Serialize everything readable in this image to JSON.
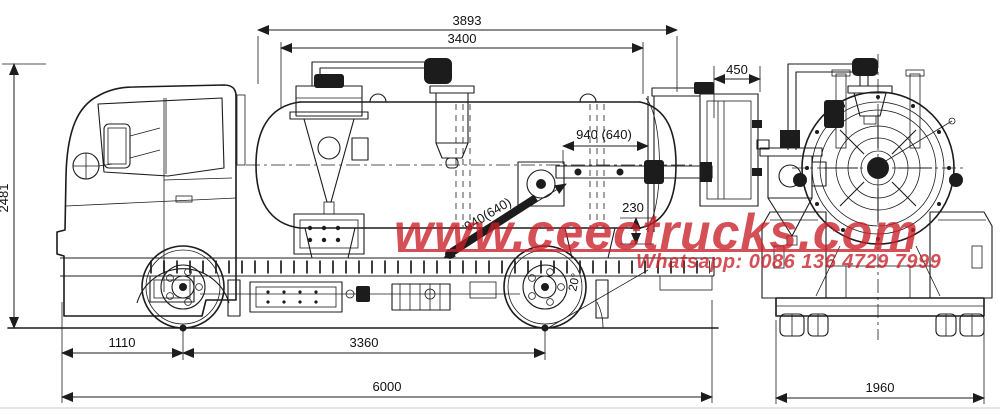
{
  "page": {
    "background": "#ffffff",
    "line_color": "#1c1c1c"
  },
  "watermark": {
    "website": "www.ceectrucks.com",
    "whatsapp": "Whatsapp: 0086 136 4729 7999",
    "color": "#c81e26"
  },
  "dimensions": {
    "overall_top": "3893",
    "tank_length": "3400",
    "rear_door": "450",
    "boom_horizontal": "940 (640)",
    "boom_diagonal": "940(640)",
    "rear_offset": "230",
    "overall_height": "2481",
    "front_overhang": "1110",
    "wheelbase": "3360",
    "overall_length": "6000",
    "rear_track": "1960",
    "departure_angle": "20°"
  }
}
